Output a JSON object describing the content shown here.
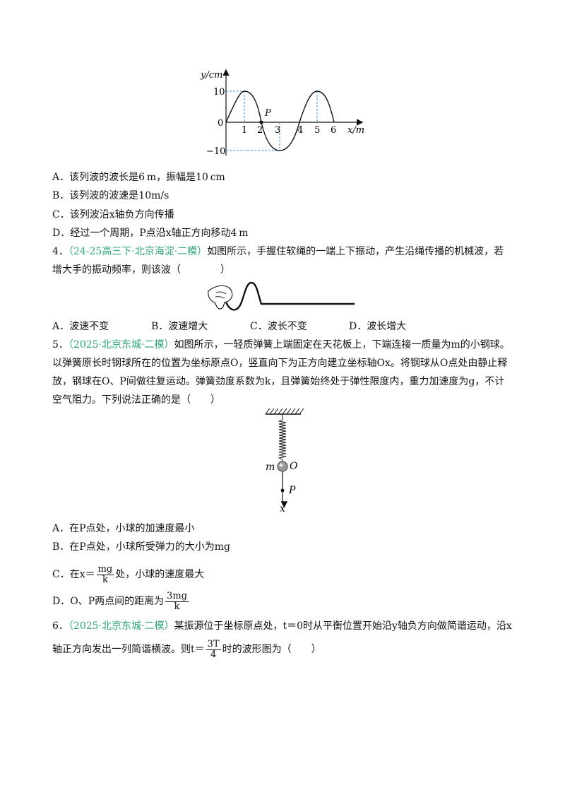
{
  "wave_graph": {
    "y_axis_label": "y/cm",
    "x_axis_label": "x/m",
    "origin_label": "0",
    "y_ticks": [
      "10",
      "−10"
    ],
    "x_ticks": [
      "1",
      "2",
      "3",
      "4",
      "5",
      "6"
    ],
    "point_label": "P"
  },
  "q3_options": [
    "A．该列波的波长是6 m，振幅是10 cm",
    "B．该列波的波速是10m/s",
    "C．该列波沿x轴负方向传播",
    "D．经过一个周期，P点沿x轴正方向移动4 m"
  ],
  "q4": {
    "number": "4．",
    "source": "（24-25高三下·北京海淀·二模）",
    "stem_line1": "如图所示，手握住软绳的一端上下振动，产生沿绳传播的机械波，若",
    "stem_line2": "增大手的振动频率，则该波（　　　　）",
    "options": [
      "A．波速不变",
      "B．波速增大",
      "C．波长不变",
      "D．波长增大"
    ]
  },
  "q5": {
    "number": "5．",
    "source": "（2025·北京东城·二模）",
    "stem_line1": "如图所示，一轻质弹簧上端固定在天花板上，下端连接一质量为m的小钢球。",
    "stem_line2": "以弹簧原长时钢球所在的位置为坐标原点O，竖直向下为正方向建立坐标轴Ox。将钢球从O点处由静止释",
    "stem_line3": "放，钢球在O、P间做往复运动。弹簧劲度系数为k，且弹簧始终处于弹性限度内，重力加速度为g，不计",
    "stem_line4": "空气阻力。下列说法正确的是（　　）",
    "figure": {
      "mass_label": "m",
      "origin_label": "O",
      "point_label": "P",
      "axis_label": "x"
    },
    "option_a": "A．在P点处，小球的加速度最小",
    "option_b": "B．在P点处，小球所受弹力的大小为mg",
    "option_c_pre": "C．在x＝",
    "option_c_num": "mg",
    "option_c_den": "k",
    "option_c_post": "处，小球的速度最大",
    "option_d_pre": "D．O、P两点间的距离为",
    "option_d_num": "3mg",
    "option_d_den": "k"
  },
  "q6": {
    "number": "6．",
    "source": "（2025·北京东城·二模）",
    "stem_line1": "某振源位于坐标原点处，t＝0时从平衡位置开始沿y轴负方向做简谐运动，沿x",
    "stem_line2_pre": "轴正方向发出一列简谐横波。则t＝",
    "frac_num": "3T",
    "frac_den": "4",
    "stem_line2_post": "时的波形图为（　　）"
  },
  "colors": {
    "source_green": "#2aa57a",
    "dashed_blue": "#3a9ad9"
  }
}
